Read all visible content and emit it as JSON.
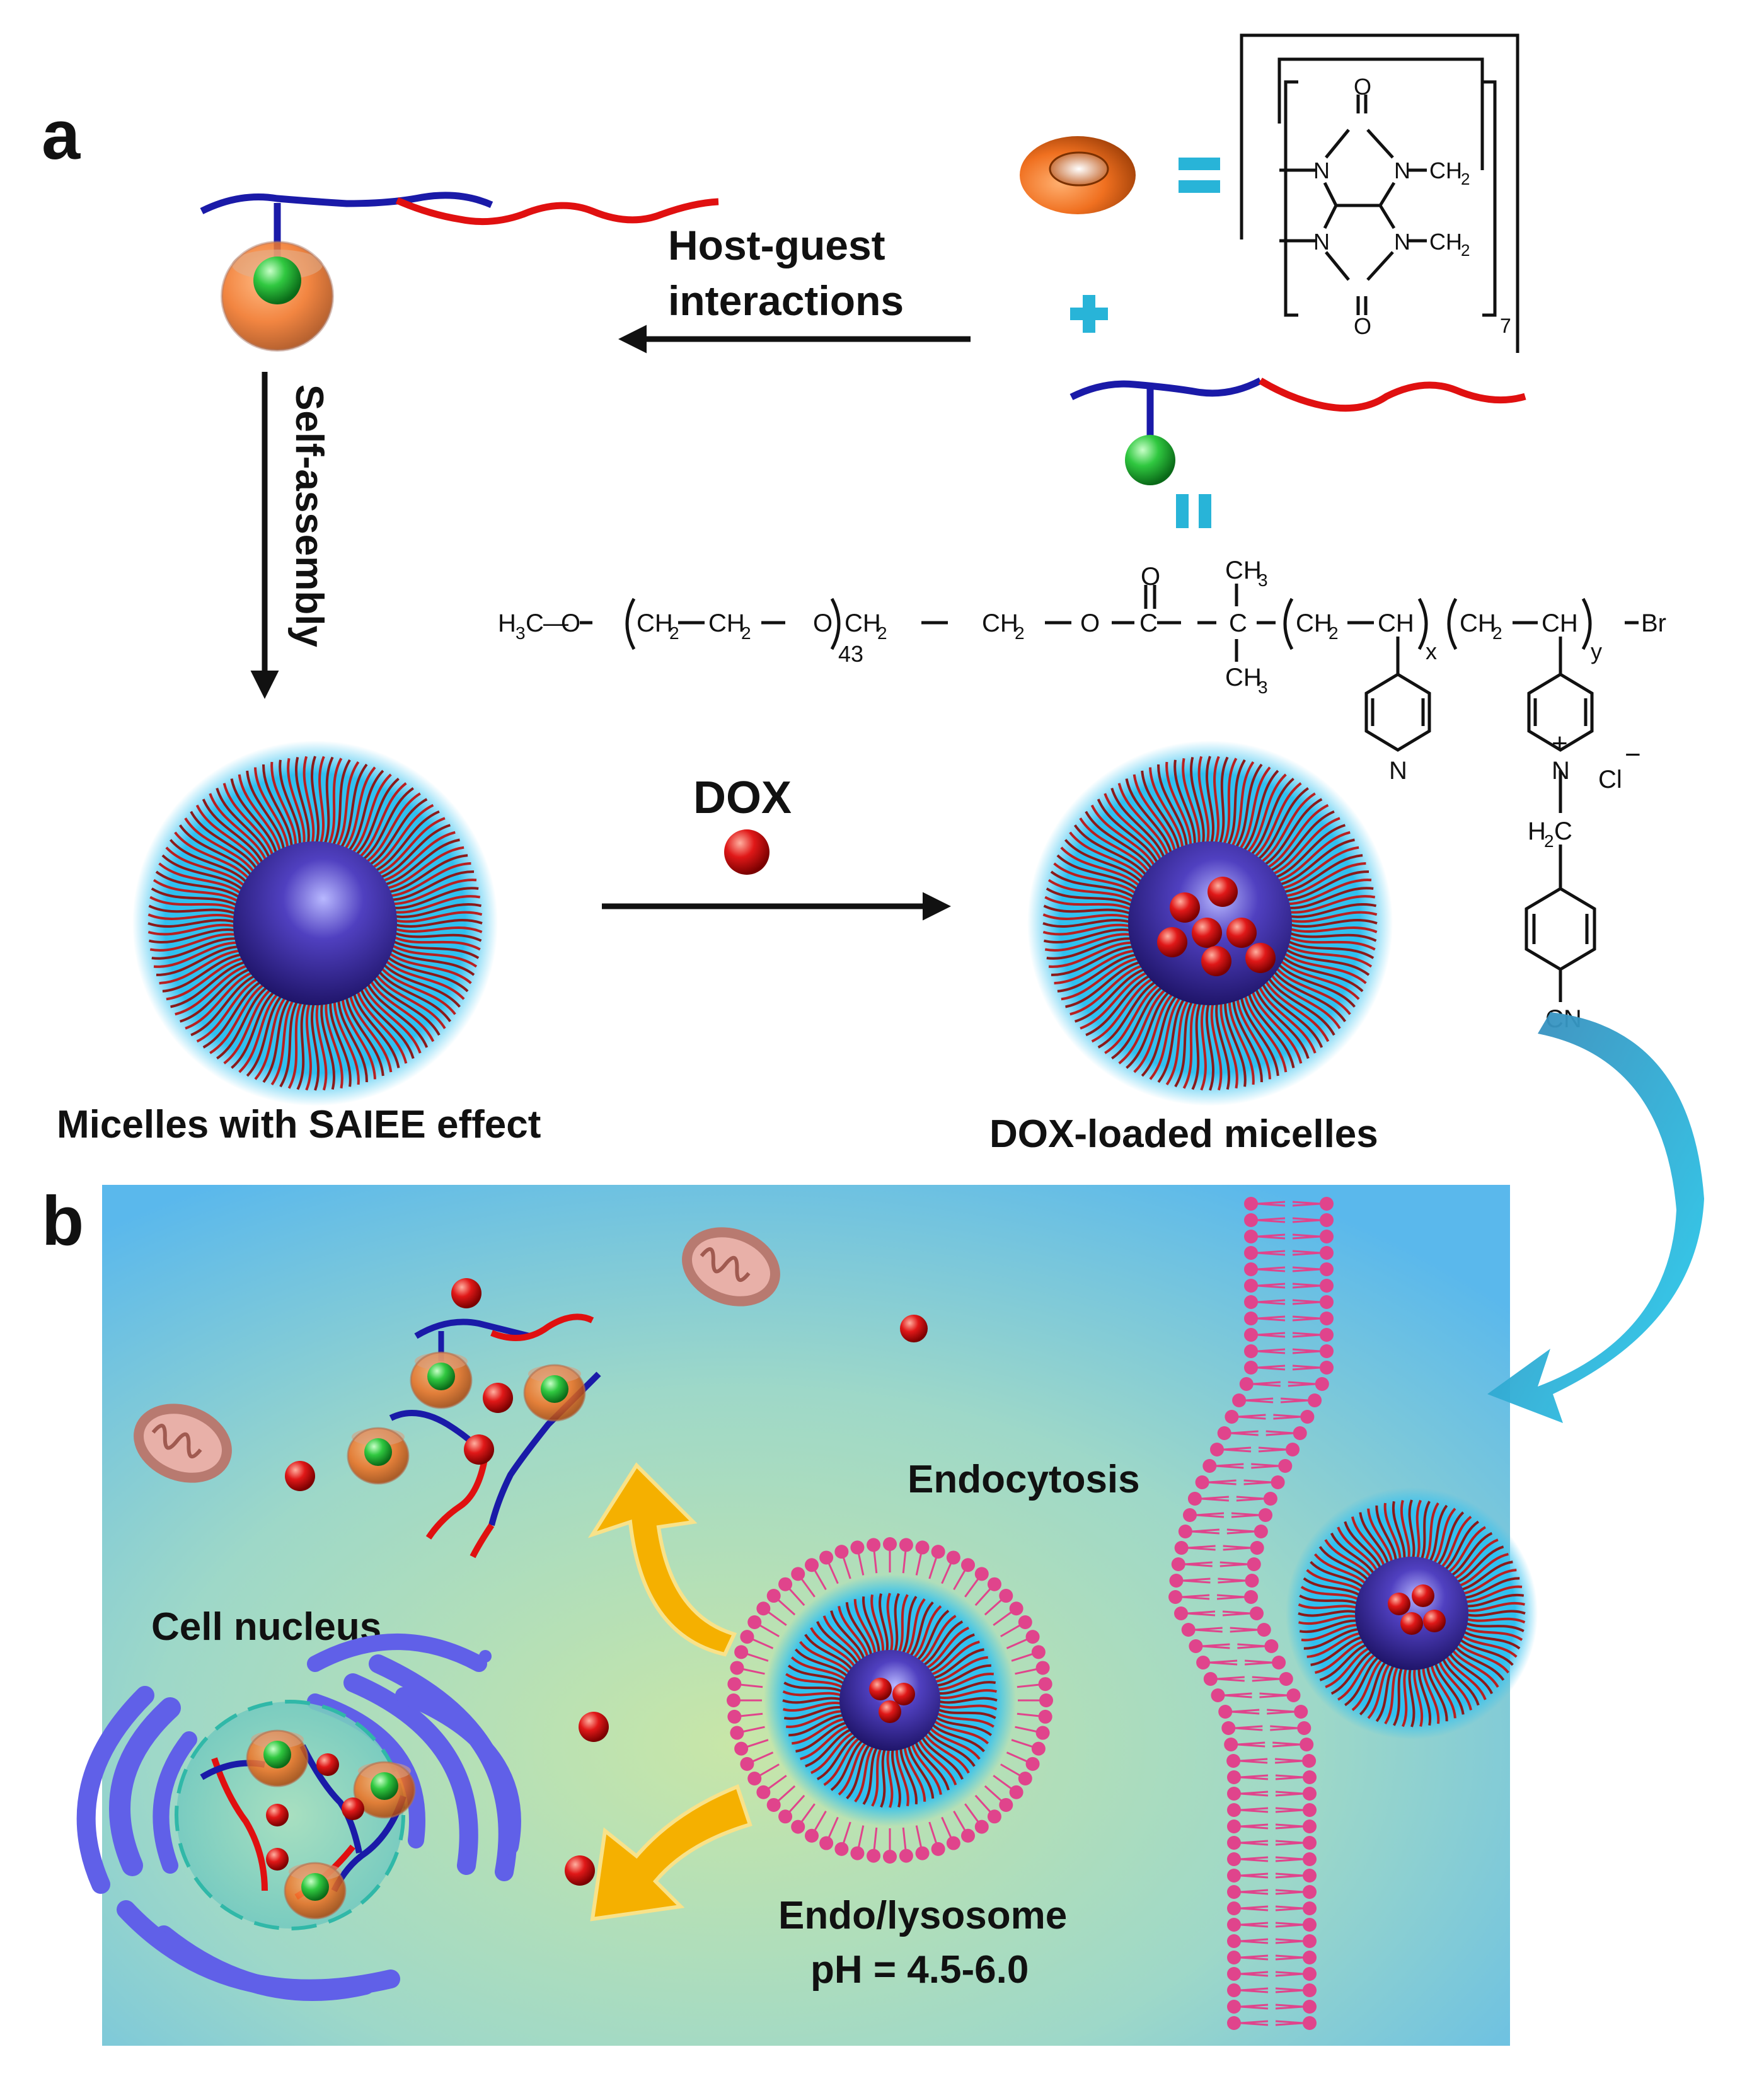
{
  "panels": {
    "a": "a",
    "b": "b"
  },
  "labels": {
    "host_guest_line1": "Host-guest",
    "host_guest_line2": "interactions",
    "self_assembly": "Self-assembly",
    "dox": "DOX",
    "micelles_saiee": "Micelles with SAIEE effect",
    "dox_loaded": "DOX-loaded micelles",
    "endocytosis": "Endocytosis",
    "cell_nucleus": "Cell nucleus",
    "endo_lysosome": "Endo/lysosome",
    "ph_range": "pH = 4.5-6.0"
  },
  "cb7": {
    "o_top": "O",
    "o_bottom": "O",
    "n1": "N",
    "n2": "N",
    "n3": "N",
    "n4": "N",
    "ch2_top": "CH",
    "ch2_bottom": "CH",
    "sub2": "2",
    "repeat": "7"
  },
  "polymer": {
    "h3c": "H",
    "sub3": "3",
    "c": "C",
    "o1": "O",
    "peg_ch2a": "CH",
    "peg_ch2b": "CH",
    "o2": "O",
    "n_peg": "43",
    "ch2c": "CH",
    "ch2d": "CH",
    "o3": "O",
    "carbonyl_c": "C",
    "carbonyl_o": "O",
    "quat_c": "C",
    "ch3_top": "CH",
    "ch3_bottom": "CH",
    "block1_ch2": "CH",
    "block1_ch": "CH",
    "x": "x",
    "block2_ch2": "CH",
    "block2_ch": "CH",
    "y": "y",
    "br": "Br",
    "pyridine_n": "N",
    "pyridinium_n": "N",
    "plus": "+",
    "cl": "Cl",
    "minus": "−",
    "h2c": "H",
    "h2c_c": "C",
    "cn": "CN"
  },
  "colors": {
    "blue_block": "#1a1aa8",
    "red_block": "#e01010",
    "cb7_orange": "#f07020",
    "guest_green": "#22c040",
    "equals_cyan": "#28b4d8",
    "dox_red": "#e01818",
    "micelle_glow": "#38c8f0",
    "micelle_core": "#3a2a9a",
    "membrane_pink": "#e0448c",
    "golgi_blue": "#6060e8",
    "mito_brown": "#b87a70"
  }
}
